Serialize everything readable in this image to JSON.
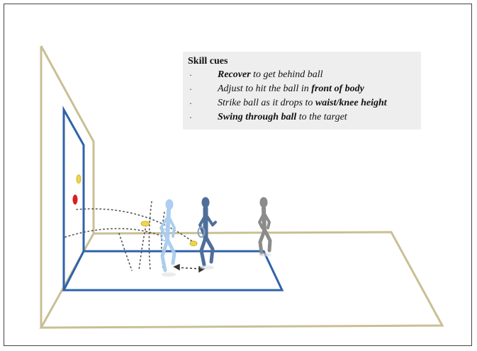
{
  "skill_cues": {
    "title": "Skill cues",
    "bullet": "·",
    "items": [
      {
        "parts": [
          {
            "text": "Recover",
            "bold": true
          },
          {
            "text": " to get behind ball",
            "bold": false
          }
        ]
      },
      {
        "parts": [
          {
            "text": "Adjust to hit the ball in ",
            "bold": false
          },
          {
            "text": "front of body",
            "bold": true
          }
        ]
      },
      {
        "parts": [
          {
            "text": "Strike ball as it drops to ",
            "bold": false
          },
          {
            "text": "waist/knee height",
            "bold": true
          }
        ]
      },
      {
        "parts": [
          {
            "text": "Swing through ball",
            "bold": true
          },
          {
            "text": " to the target",
            "bold": false
          }
        ]
      }
    ]
  },
  "colors": {
    "court_outline": "#c9bf95",
    "wall_panel": "#2f63a8",
    "ball": "#f1d449",
    "target_dot": "#d62020",
    "figure_light": "#a9ccef",
    "figure_mid": "#4e6f99",
    "figure_gray": "#8b8b8b",
    "trajectory": "#555555",
    "cue_box_bg": "#eeeeee"
  }
}
